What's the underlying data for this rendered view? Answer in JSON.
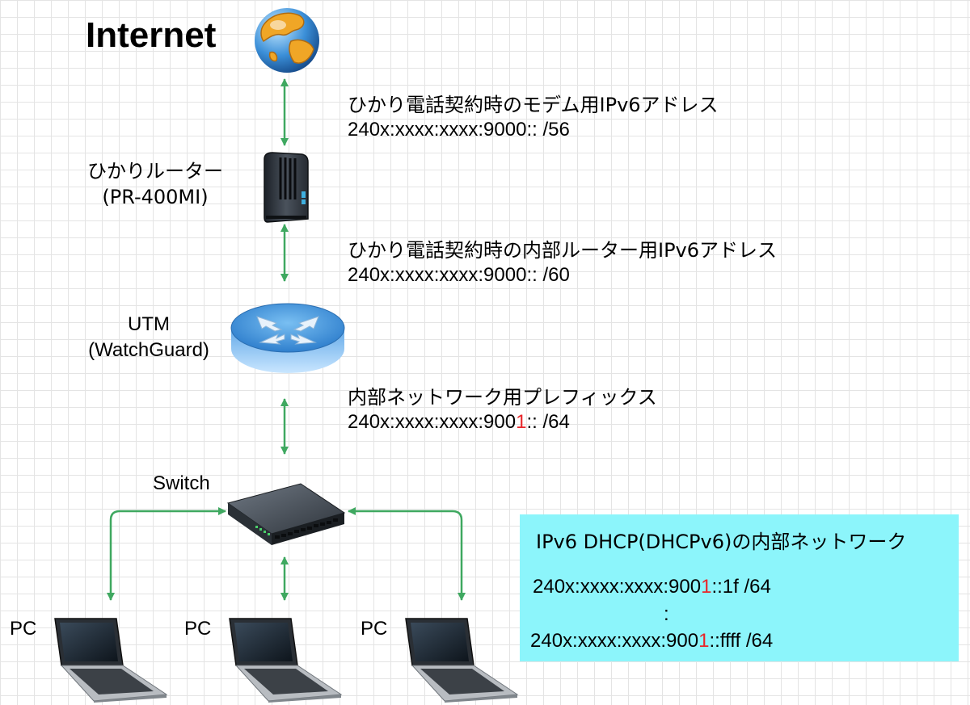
{
  "title": "Internet",
  "router": {
    "name": "ひかりルーター",
    "model": "(PR-400MI)"
  },
  "utm": {
    "name": "UTM",
    "model": "(WatchGuard)"
  },
  "switch": {
    "name": "Switch"
  },
  "pcs": [
    {
      "label": "PC"
    },
    {
      "label": "PC"
    },
    {
      "label": "PC"
    }
  ],
  "annotations": {
    "modem": {
      "title": "ひかり電話契約時のモデム用IPv6アドレス",
      "address": "240x:xxxx:xxxx:9000:: /56"
    },
    "router": {
      "title": "ひかり電話契約時の内部ルーター用IPv6アドレス",
      "address": "240x:xxxx:xxxx:9000:: /60"
    },
    "prefix": {
      "title": "内部ネットワーク用プレフィックス",
      "address_pre": "240x:xxxx:xxxx:900",
      "address_hl": "1",
      "address_post": ":: /64"
    }
  },
  "network": {
    "title": "IPv6 DHCP(DHCPv6)の内部ネットワーク",
    "first": {
      "pre": "240x:xxxx:xxxx:900",
      "hl": "1",
      "post": "::1f /64"
    },
    "ellipsis": ":",
    "last": {
      "pre": "240x:xxxx:xxxx:900",
      "hl": "1",
      "post": "::ffff /64"
    },
    "color": "#8cf5fb"
  },
  "colors": {
    "connector": "#3fa860",
    "highlight": "#e8262a"
  },
  "icons": [
    "globe-icon",
    "modem-icon",
    "router-icon",
    "switch-icon",
    "laptop-icon"
  ]
}
